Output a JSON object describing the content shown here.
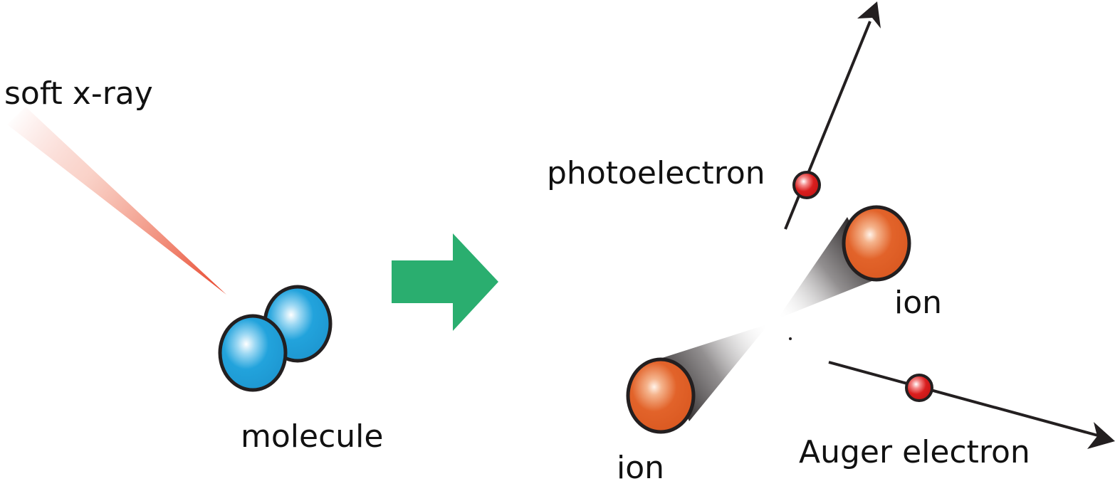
{
  "labels": {
    "soft_xray": "soft x-ray",
    "molecule": "molecule",
    "photoelectron": "photoelectron",
    "ion_upper": "ion",
    "ion_lower": "ion",
    "auger_electron": "Auger electron"
  },
  "colors": {
    "xray_beam": "#e8442a",
    "molecule_atom": "#22a3dc",
    "reaction_arrow": "#2aae6f",
    "ion": "#e2632a",
    "electron": "#d91e1e",
    "trajectory": "#231f20",
    "outline": "#231f20"
  },
  "icons": {
    "reaction_arrow": "right-arrow-icon"
  }
}
